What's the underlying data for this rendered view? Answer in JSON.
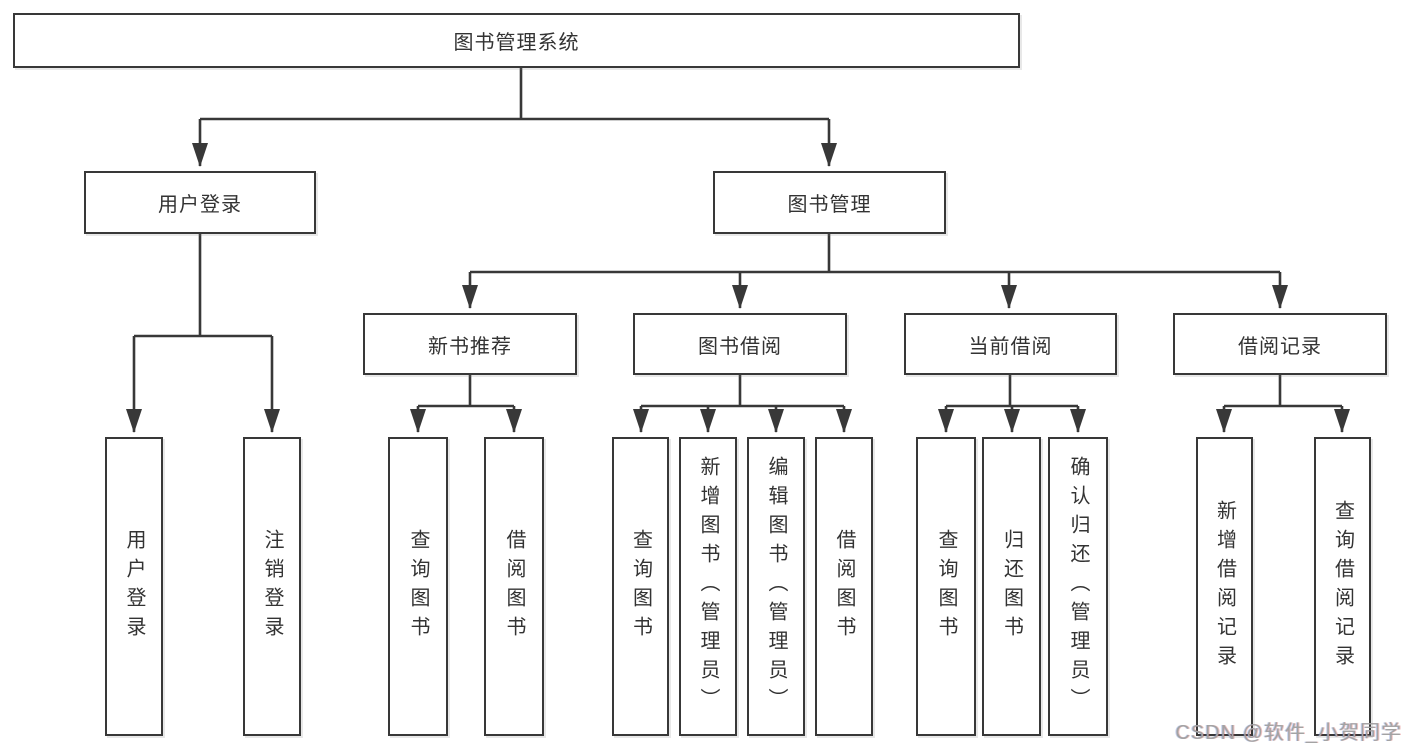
{
  "nodes": {
    "root": "图书管理系统",
    "level1": {
      "user_login": "用户登录",
      "book_management": "图书管理"
    },
    "level2": {
      "new_book_recommend": "新书推荐",
      "book_borrowing": "图书借阅",
      "current_borrowing": "当前借阅",
      "borrowing_records": "借阅记录"
    },
    "leaves": {
      "user_login": "用户登录",
      "logout": "注销登录",
      "recommend_query_books": "查询图书",
      "recommend_borrow_books": "借阅图书",
      "borrowing_query_books": "查询图书",
      "borrowing_add_books_admin": "新增图书（管理员）",
      "borrowing_edit_books_admin": "编辑图书（管理员）",
      "borrowing_borrow_books": "借阅图书",
      "current_query_books": "查询图书",
      "current_return_books": "归还图书",
      "current_confirm_return_admin": "确认归还（管理员）",
      "records_add_record": "新增借阅记录",
      "records_query_record": "查询借阅记录"
    }
  },
  "watermark": {
    "text": "CSDN @软件_小贺同学",
    "color": "#a3a3a3"
  },
  "colors": {
    "line": "#383838",
    "text": "#333333",
    "box_background": "#ffffff",
    "page_background": "#ffffff"
  }
}
